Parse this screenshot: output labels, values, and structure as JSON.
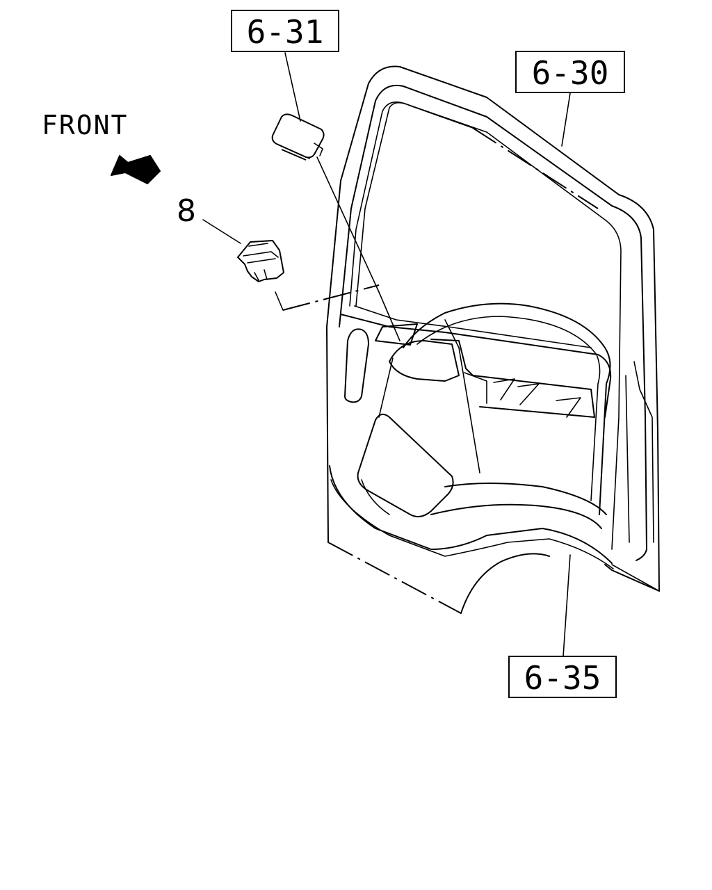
{
  "direction": {
    "text": "FRONT",
    "icon": "front-arrow-icon"
  },
  "callouts": {
    "part_6_31": "6-31",
    "part_6_30": "6-30",
    "part_6_35": "6-35",
    "item_8": "8"
  }
}
